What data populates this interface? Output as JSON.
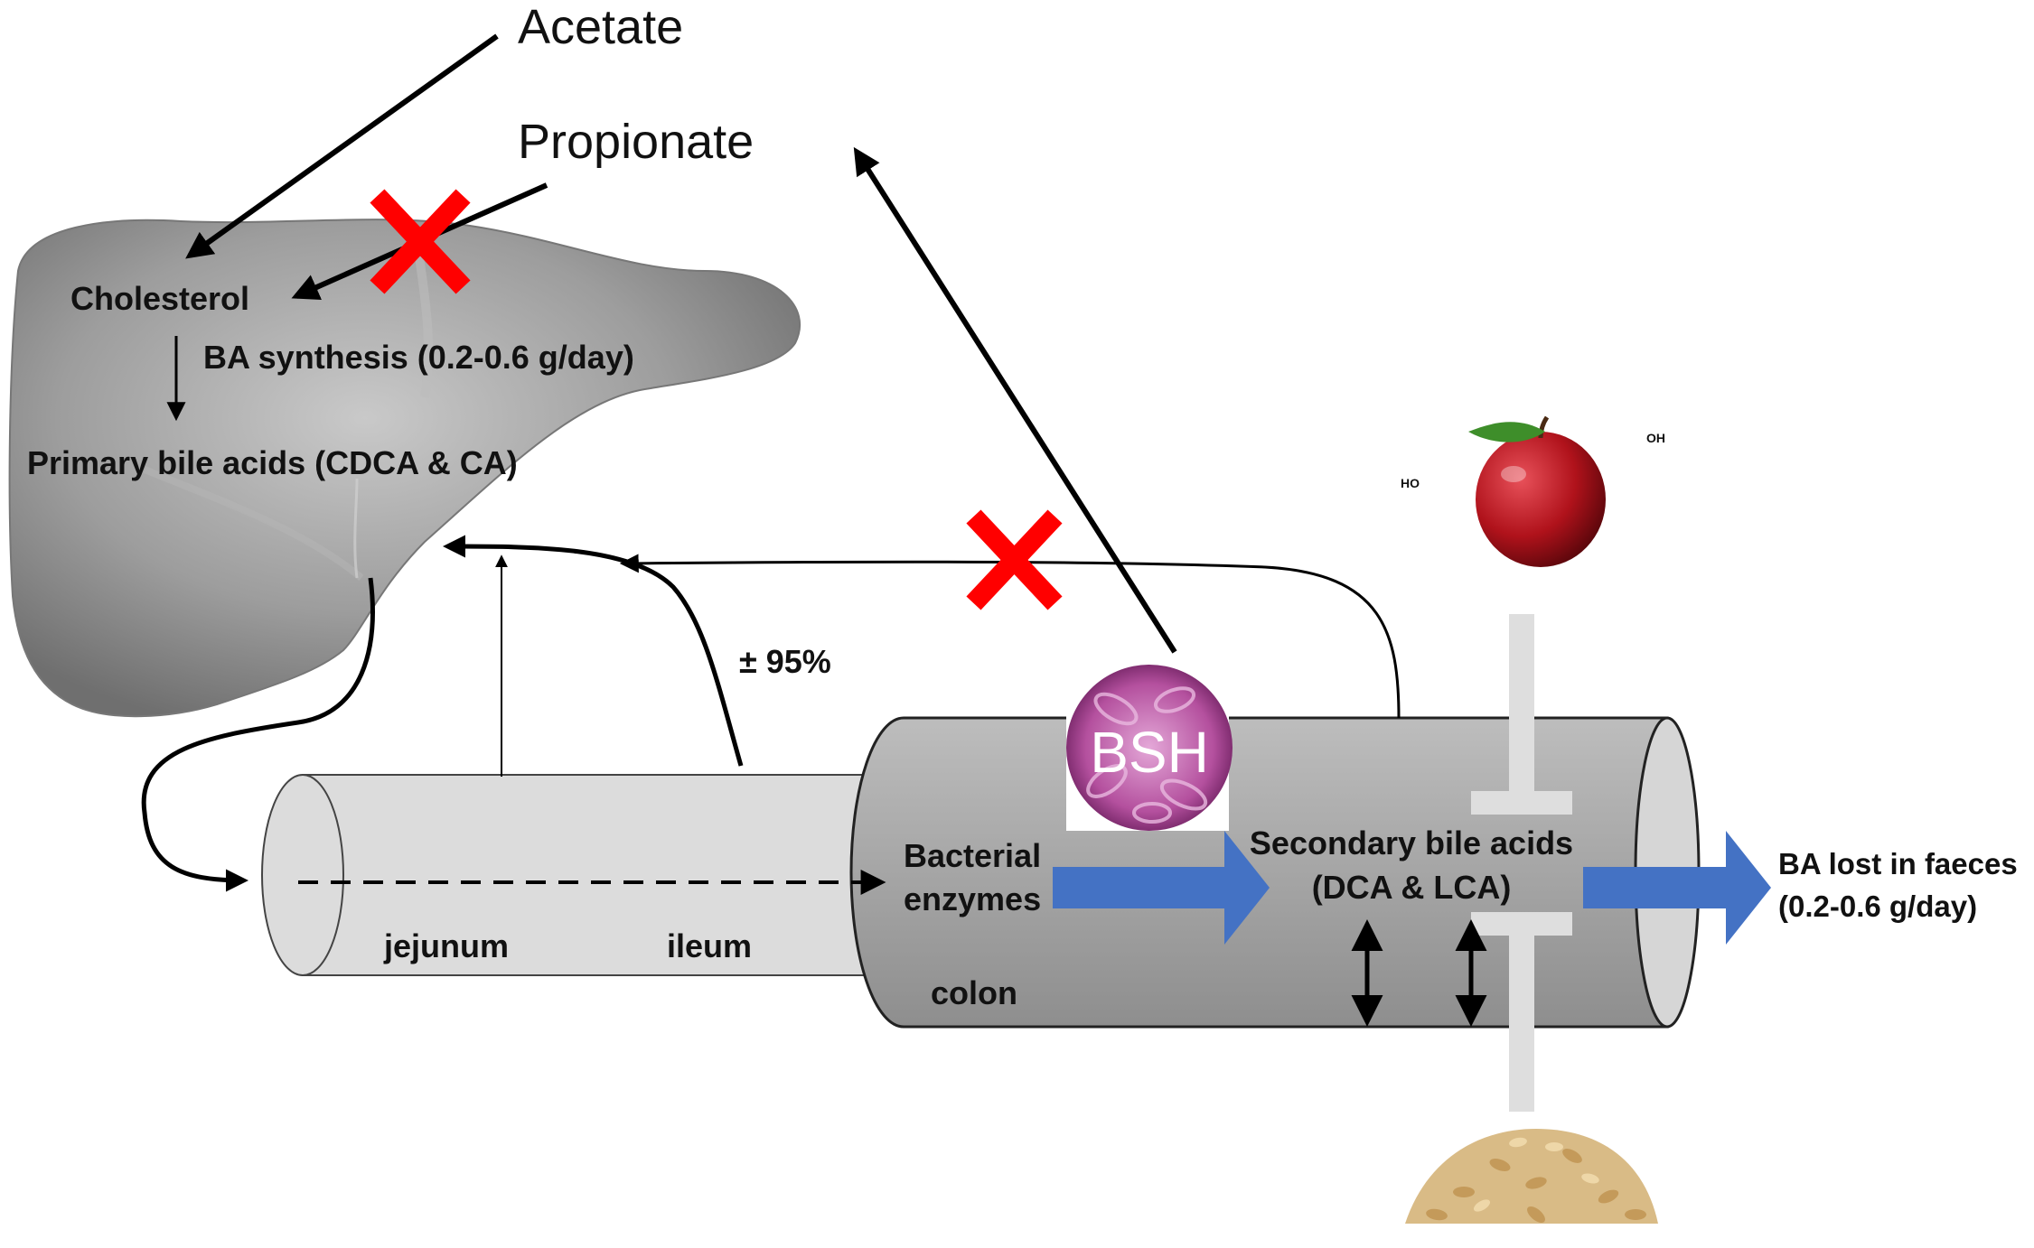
{
  "labels": {
    "acetate": "Acetate",
    "propionate": "Propionate",
    "cholesterol": "Cholesterol",
    "ba_synthesis": "BA synthesis (0.2-0.6 g/day)",
    "primary_bile_acids": "Primary bile acids (CDCA & CA)",
    "reabsorption_pct": "± 95%",
    "bsh": "BSH",
    "bacterial_enzymes_line1": "Bacterial",
    "bacterial_enzymes_line2": "enzymes",
    "secondary_bile_acids_line1": "Secondary bile acids",
    "secondary_bile_acids_line2": "(DCA & LCA)",
    "ba_lost_line1": "BA lost in faeces",
    "ba_lost_line2": "(0.2-0.6 g/day)",
    "jejunum": "jejunum",
    "ileum": "ileum",
    "colon": "colon",
    "ho_label": "HO",
    "oh_label": "OH"
  },
  "colors": {
    "liver_gray": "#9a9a9a",
    "small_intestine": "#dcdcdc",
    "colon": "#a8a8a8",
    "blue_arrow": "#4472c4",
    "red_cross": "#ff0000",
    "bsh_purple": "#a03a8c",
    "fiber_bar": "#dedede",
    "apple_red": "#b0121b",
    "leaf_green": "#3e8e2a",
    "oats": "#d9bb86"
  }
}
